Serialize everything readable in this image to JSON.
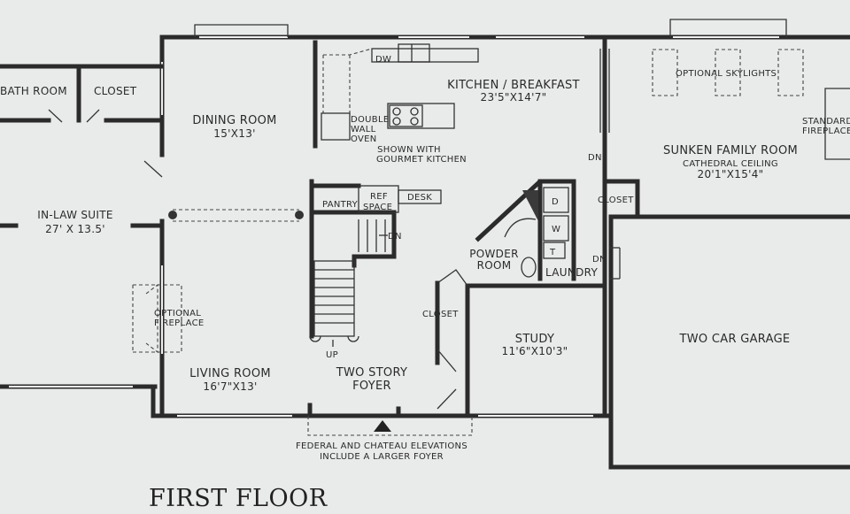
{
  "plan": {
    "title": "FIRST FLOOR",
    "rooms": {
      "bathroom": "BATH ROOM",
      "closet_left": "CLOSET",
      "inlaw_name": "IN-LAW SUITE",
      "inlaw_size": "27' X 13.5'",
      "dining_name": "DINING ROOM",
      "dining_size": "15'X13'",
      "kitchen_name": "KITCHEN / BREAKFAST",
      "kitchen_size": "23'5\"X14'7\"",
      "family_name": "SUNKEN FAMILY ROOM",
      "family_ceiling": "CATHEDRAL CEILING",
      "family_size": "20'1\"X15'4\"",
      "living_name": "LIVING ROOM",
      "living_size": "16'7\"X13'",
      "foyer_line1": "TWO STORY",
      "foyer_line2": "FOYER",
      "study_name": "STUDY",
      "study_size": "11'6\"X10'3\"",
      "garage_name": "TWO CAR GARAGE",
      "powder_line1": "POWDER",
      "powder_line2": "ROOM",
      "laundry": "LAUNDRY",
      "closet_family": "CLOSET",
      "closet_foyer": "CLOSET",
      "pantry": "PANTRY",
      "ref_line1": "REF",
      "ref_line2": "SPACE",
      "desk": "DESK"
    },
    "fixtures": {
      "dw": "DW",
      "oven_line1": "DOUBLE",
      "oven_line2": "WALL",
      "oven_line3": "OVEN",
      "washer": "W",
      "dryer": "D",
      "toilet": "T"
    },
    "notes": {
      "gourmet_line1": "SHOWN WITH",
      "gourmet_line2": "GOURMET KITCHEN",
      "skylights": "OPTIONAL SKYLIGHTS",
      "standard_line1": "STANDARD",
      "standard_line2": "FIREPLACE",
      "optional_fp_line1": "OPTIONAL",
      "optional_fp_line2": "FIREPLACE",
      "elevation_line1": "FEDERAL AND CHATEAU ELEVATIONS",
      "elevation_line2": "INCLUDE A LARGER FOYER",
      "dn_stairs": "DN",
      "dn_family": "DN",
      "dn_garage": "DN",
      "up": "UP"
    }
  }
}
